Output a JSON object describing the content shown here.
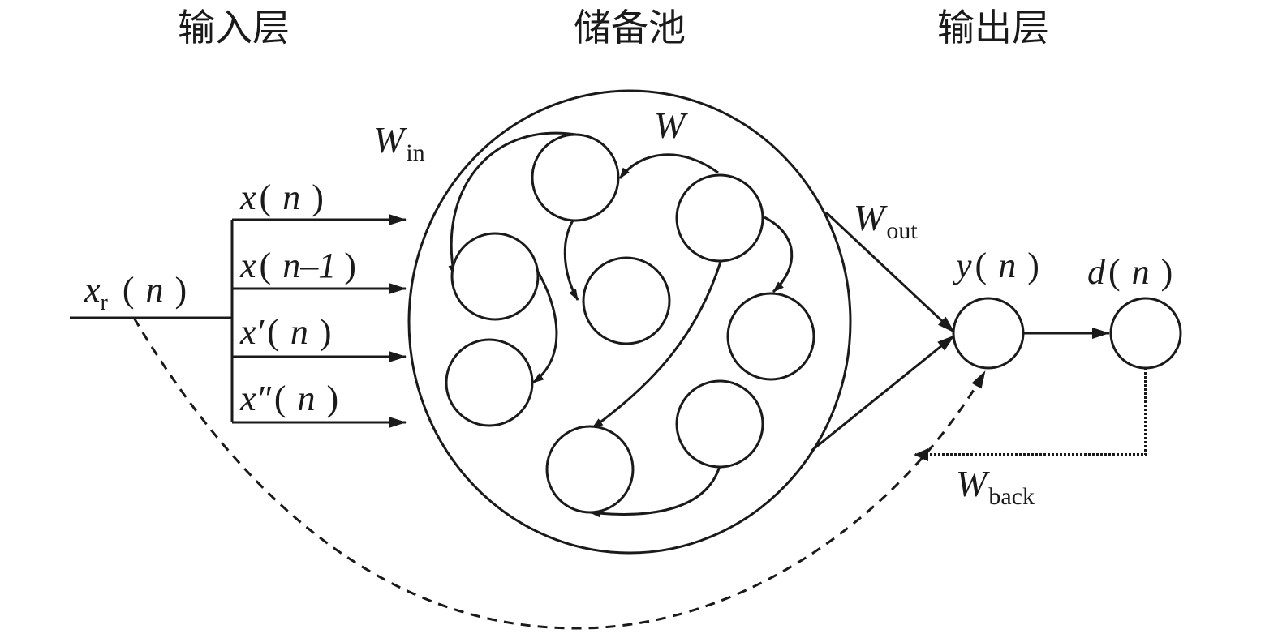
{
  "headings": {
    "input_layer": "输入层",
    "reservoir": "储备池",
    "output_layer": "输出层"
  },
  "signals": {
    "xr": {
      "base": "x",
      "sub": "r",
      "arg": "n"
    },
    "x0": {
      "base": "x",
      "arg": "n"
    },
    "x1": {
      "base": "x",
      "arg": "n–1"
    },
    "x2": {
      "base": "x′",
      "arg": "n"
    },
    "x3": {
      "base": "x″",
      "arg": "n"
    },
    "y": {
      "base": "y",
      "arg": "n"
    },
    "d": {
      "base": "d",
      "arg": "n"
    }
  },
  "weights": {
    "win": {
      "base": "W",
      "sub": "in"
    },
    "w": {
      "base": "W"
    },
    "wout": {
      "base": "W",
      "sub": "out"
    },
    "wback": {
      "base": "W",
      "sub": "back"
    }
  },
  "parens": {
    "open": "(",
    "close": ")"
  }
}
